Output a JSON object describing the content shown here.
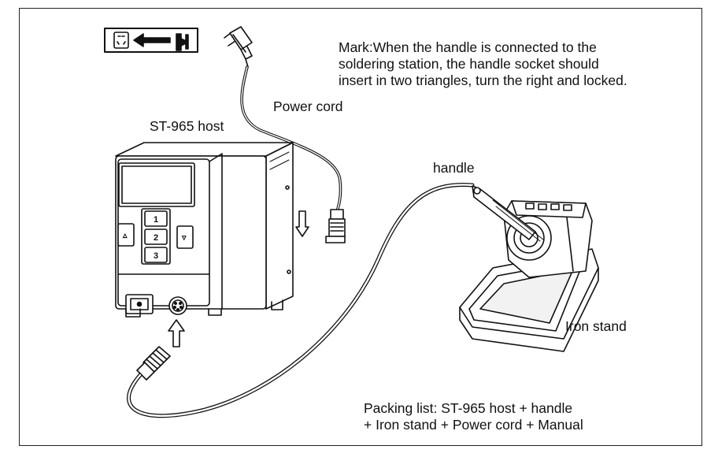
{
  "mark_note": {
    "line1": "Mark:When the handle is connected to the",
    "line2": "soldering station, the handle socket should",
    "line3": "insert in two triangles, turn the right and locked."
  },
  "labels": {
    "host": "ST-965 host",
    "power_cord": "Power cord",
    "handle": "handle",
    "iron_stand": "Iron stand"
  },
  "packing_list": {
    "line1": "Packing list: ST-965 host + handle",
    "line2": "+ Iron stand + Power cord + Manual"
  },
  "keys": {
    "k1": "1",
    "k2": "2",
    "k3": "3",
    "up": "▵",
    "down": "▿"
  },
  "colors": {
    "line": "#111111",
    "fill": "#ffffff",
    "shade": "#e8e8e8"
  }
}
